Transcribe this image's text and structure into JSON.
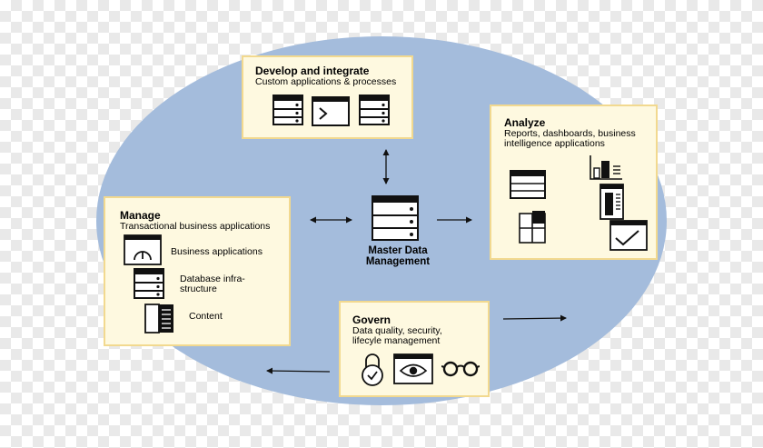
{
  "colors": {
    "ellipse": "#a4bcdc",
    "card_border": "#f2d98f",
    "card_fill": "#fef9e0",
    "icon_dark": "#111111"
  },
  "center": {
    "label_line1": "Master Data",
    "label_line2": "Management",
    "icon": "server-stack-icon"
  },
  "develop": {
    "title": "Develop and integrate",
    "subtitle": "Custom applications & processes",
    "icons": [
      "server-icon",
      "terminal-icon",
      "server-icon"
    ]
  },
  "analyze": {
    "title": "Analyze",
    "subtitle_line1": "Reports, dashboards, business",
    "subtitle_line2": "intelligence applications",
    "icons": [
      "table-icon",
      "dashboard-grid-icon",
      "bar-chart-icon",
      "report-icon",
      "line-chart-icon"
    ]
  },
  "manage": {
    "title": "Manage",
    "subtitle": "Transactional business applications",
    "items": [
      {
        "label_line1": "Business applications",
        "label_line2": "",
        "icon": "gauge-icon"
      },
      {
        "label_line1": "Database infra-",
        "label_line2": "structure",
        "icon": "database-server-icon"
      },
      {
        "label_line1": "Content",
        "label_line2": "",
        "icon": "book-icon"
      }
    ]
  },
  "govern": {
    "title": "Govern",
    "subtitle_line1": "Data quality, security,",
    "subtitle_line2": "lifecyle management",
    "icons": [
      "lock-check-icon",
      "eye-icon",
      "glasses-icon"
    ]
  }
}
